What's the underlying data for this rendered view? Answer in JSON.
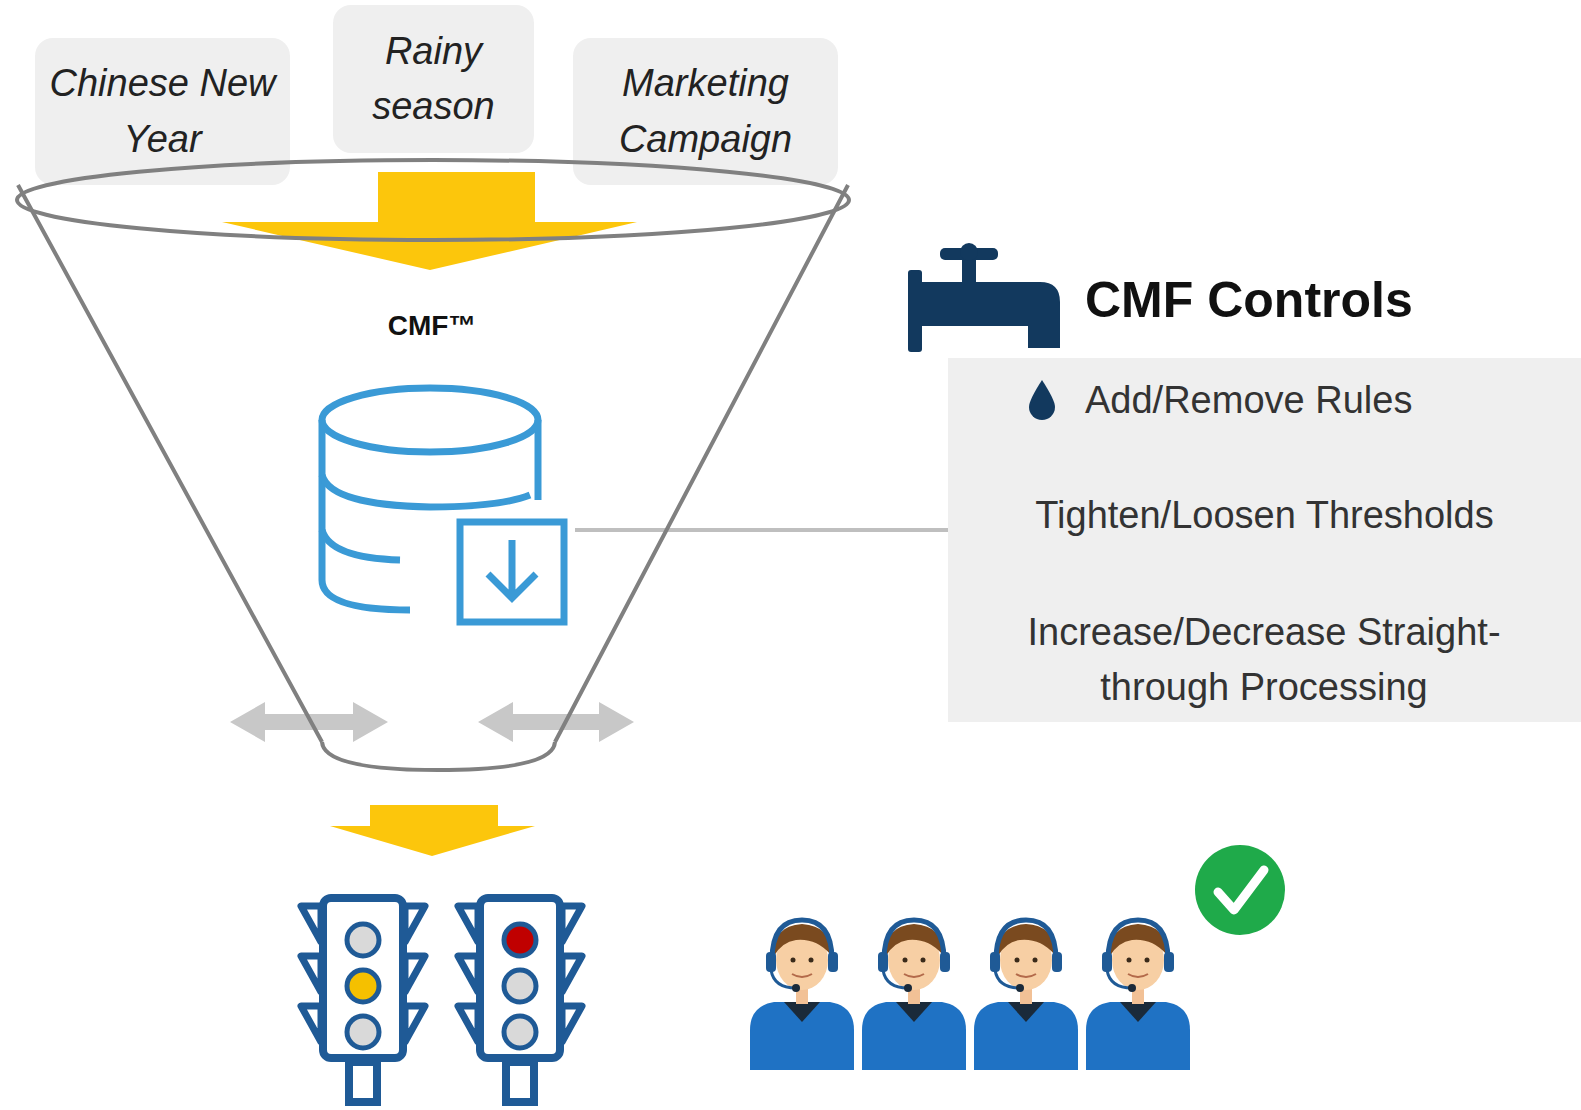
{
  "diagram": {
    "nodes": [
      {
        "text": [
          "Chinese New Year"
        ]
      },
      {
        "text": [
          "Rainy season"
        ]
      },
      {
        "text": [
          "Marketing Campaign"
        ]
      },
      {
        "text": [
          "CMF™"
        ]
      },
      {
        "text": [
          "CMF Controls",
          "Add/Remove Rules",
          "Tighten/Loosen Thresholds",
          "Increase/Decrease Straight-through Processing"
        ]
      }
    ]
  }
}
